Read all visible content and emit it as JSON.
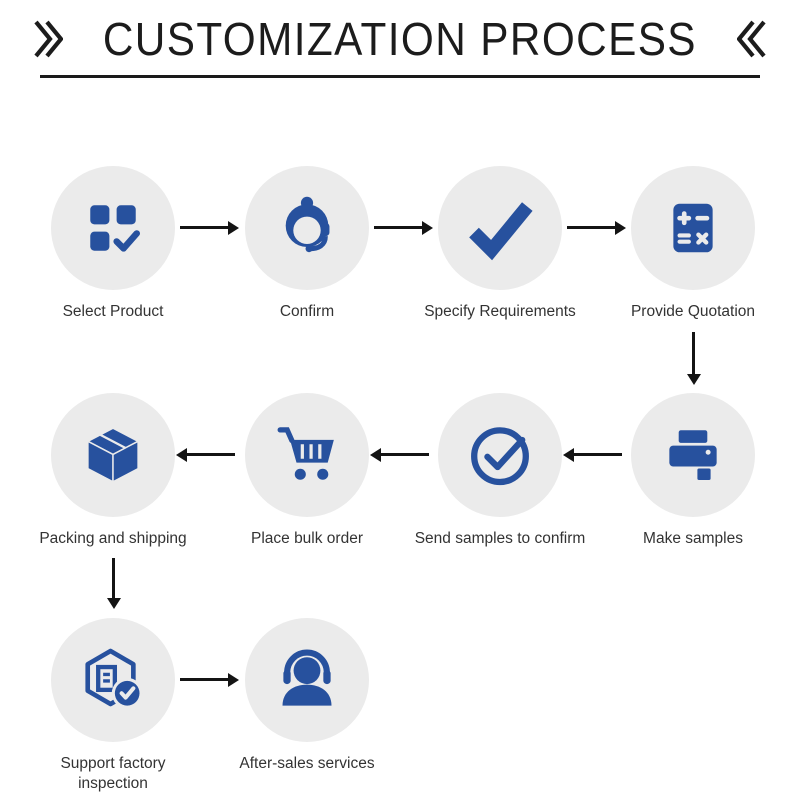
{
  "title": {
    "text": "CUSTOMIZATION PROCESS",
    "left_decor_icon": "double-chevron-right-icon",
    "right_decor_icon": "double-chevron-left-icon"
  },
  "colors": {
    "icon_blue": "#27519e",
    "circle_bg": "#ebebeb",
    "arrow_black": "#141414",
    "text_dark": "#333333"
  },
  "steps": [
    {
      "label": "Select Product",
      "icon": "product-grid-check-icon"
    },
    {
      "label": "Confirm",
      "icon": "customer-service-agent-icon"
    },
    {
      "label": "Specify Requirements",
      "icon": "checkmark-icon"
    },
    {
      "label": "Provide Quotation",
      "icon": "calculator-icon"
    },
    {
      "label": "Make samples",
      "icon": "printer-icon"
    },
    {
      "label": "Send samples to confirm",
      "icon": "circle-check-icon"
    },
    {
      "label": "Place bulk order",
      "icon": "shopping-cart-icon"
    },
    {
      "label": "Packing and shipping",
      "icon": "package-box-icon"
    },
    {
      "label": "Support factory inspection",
      "icon": "factory-inspection-badge-icon"
    },
    {
      "label": "After-sales services",
      "icon": "headset-support-icon"
    }
  ]
}
